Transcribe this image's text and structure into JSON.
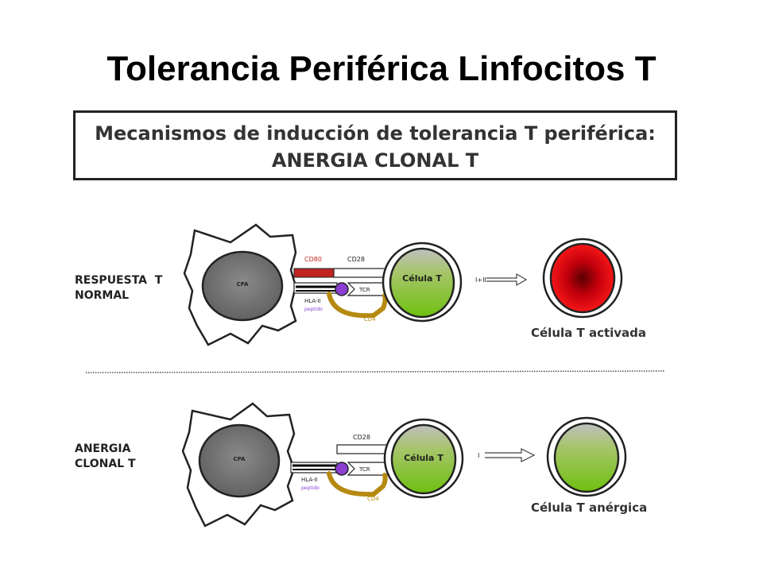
{
  "title": "Tolerancia Periférica Linfocitos T",
  "banner": {
    "line1": "Mecanismos de inducción de tolerancia T periférica:",
    "line2": "ANERGIA CLONAL T"
  },
  "rows": [
    {
      "label_line1": "RESPUESTA  T",
      "label_line2": "NORMAL",
      "apc_label": "CPA",
      "cd80_label": "CD80",
      "cd28_label": "CD28",
      "tcr_label": "TCR",
      "hla_label": "HLA-II",
      "peptide_label": "peptido",
      "cd4_label": "CD4",
      "tcell_label": "Célula T",
      "signal_label": "I+II",
      "result_caption": "Célula T activada"
    },
    {
      "label_line1": "ANERGIA",
      "label_line2": "CLONAL T",
      "apc_label": "CPA",
      "cd28_label": "CD28",
      "tcr_label": "TCR",
      "hla_label": "HLA-II",
      "peptide_label": "peptido",
      "cd4_label": "CD4",
      "tcell_label": "Célula T",
      "signal_label": "I",
      "result_caption": "Célula T anérgica"
    }
  ],
  "colors": {
    "cd80": "#c0251f",
    "cd4": "#b68a10",
    "peptide": "#8b3fd1",
    "activated": "#e00010",
    "tcell_green": "#7cc21a",
    "apc_gray": "#707070"
  }
}
